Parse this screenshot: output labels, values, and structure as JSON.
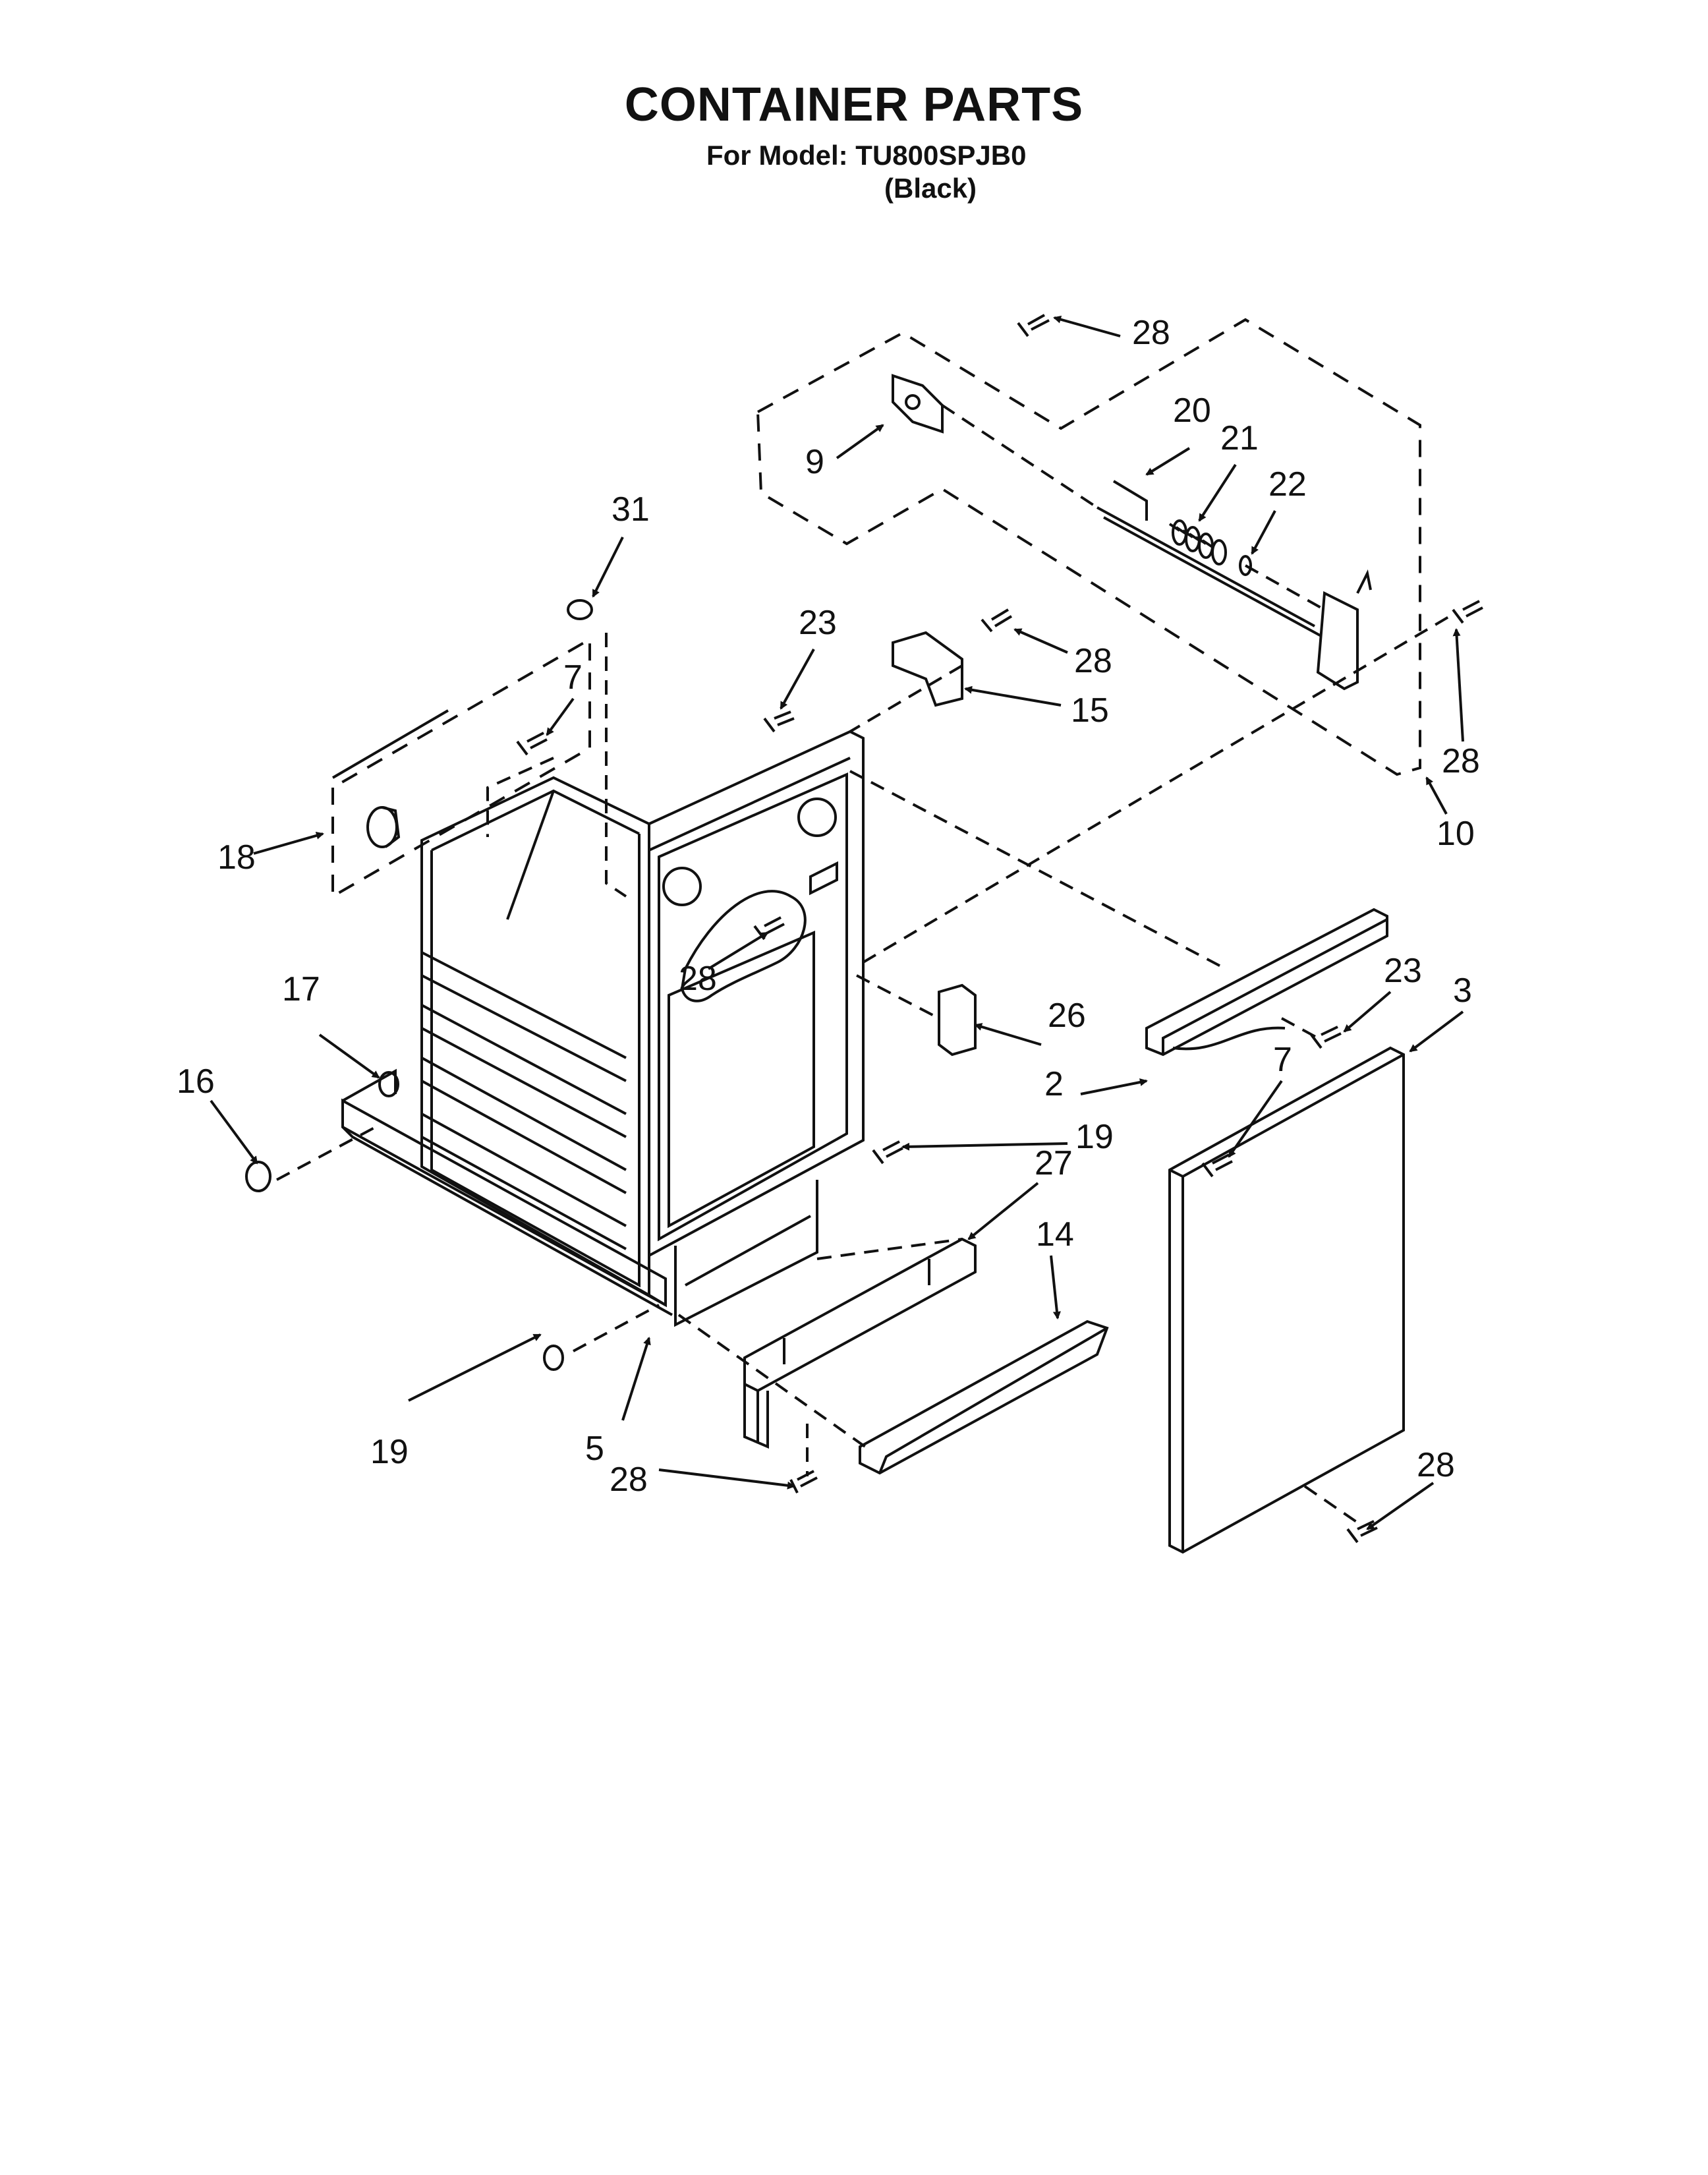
{
  "header": {
    "title": "CONTAINER PARTS",
    "model_line": "For Model: TU800SPJB0",
    "color_line": "(Black)"
  },
  "callouts": [
    {
      "id": "c28a",
      "label": "28"
    },
    {
      "id": "c20",
      "label": "20"
    },
    {
      "id": "c21",
      "label": "21"
    },
    {
      "id": "c22",
      "label": "22"
    },
    {
      "id": "c9",
      "label": "9"
    },
    {
      "id": "c31",
      "label": "31"
    },
    {
      "id": "c23a",
      "label": "23"
    },
    {
      "id": "c28b",
      "label": "28"
    },
    {
      "id": "c15",
      "label": "15"
    },
    {
      "id": "c28c",
      "label": "28"
    },
    {
      "id": "c10",
      "label": "10"
    },
    {
      "id": "c7a",
      "label": "7"
    },
    {
      "id": "c18",
      "label": "18"
    },
    {
      "id": "c28d",
      "label": "28"
    },
    {
      "id": "c17",
      "label": "17"
    },
    {
      "id": "c16",
      "label": "16"
    },
    {
      "id": "c26",
      "label": "26"
    },
    {
      "id": "c23b",
      "label": "23"
    },
    {
      "id": "c3",
      "label": "3"
    },
    {
      "id": "c2",
      "label": "2"
    },
    {
      "id": "c7b",
      "label": "7"
    },
    {
      "id": "c19a",
      "label": "19"
    },
    {
      "id": "c27",
      "label": "27"
    },
    {
      "id": "c14",
      "label": "14"
    },
    {
      "id": "c19b",
      "label": "19"
    },
    {
      "id": "c5",
      "label": "5"
    },
    {
      "id": "c28e",
      "label": "28"
    },
    {
      "id": "c28f",
      "label": "28"
    }
  ]
}
